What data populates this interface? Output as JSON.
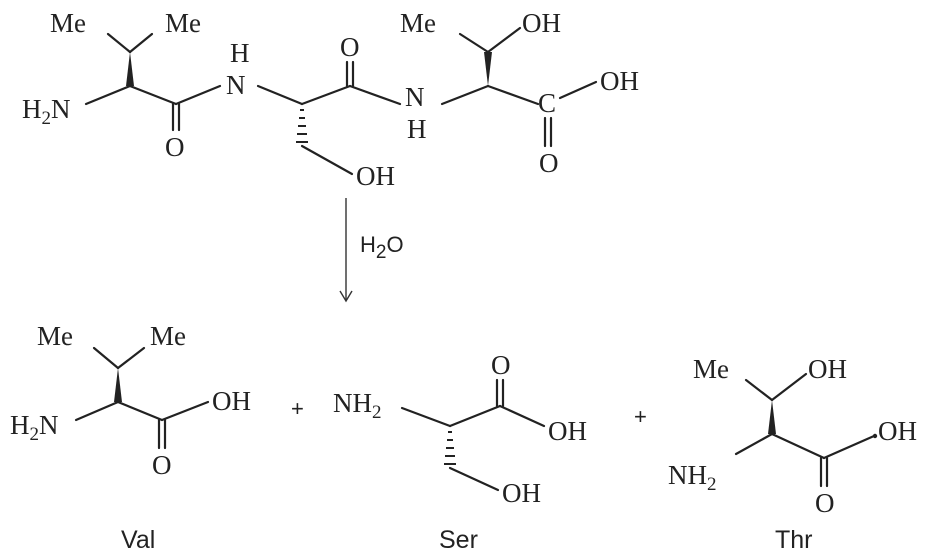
{
  "groups": {
    "me": "Me",
    "oh": "OH",
    "o": "O",
    "n": "N",
    "h": "H",
    "h2n_base": "H",
    "h2n_sub": "2",
    "h2n_tail": "N",
    "nh2_head": "NH",
    "nh2_sub": "2"
  },
  "reagent": {
    "base": "H",
    "sub": "2",
    "tail": "O"
  },
  "operators": {
    "plus": "+"
  },
  "products": [
    {
      "name": "Val"
    },
    {
      "name": "Ser"
    },
    {
      "name": "Thr"
    }
  ]
}
